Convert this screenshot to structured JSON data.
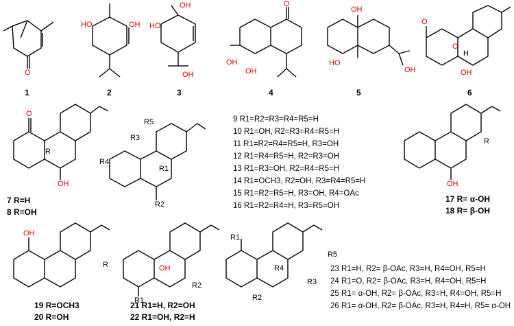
{
  "compounds": {
    "c1": "1",
    "c2": "2",
    "c3": "3",
    "c4": "4",
    "c5": "5",
    "c6": "6",
    "c7": "7 R=H",
    "c8": "8 R=OH",
    "c9": "9  R1=R2=R3=R4=R5=H",
    "c10": "10  R1=OH, R2=R3=R4=R5=H",
    "c11": "11  R1=R2=R4=R5=H, R3=OH",
    "c12": "12  R1=R4=R5=H, R2=R3=OH",
    "c13": "13  R1=R3=OH, R2=R4=R5=H",
    "c14": "14  R1=OCH3, R2=OH, R3=R4=R5=H",
    "c15": "15  R1=R2=R5=H, R3=OH, R4=OAc",
    "c16": "16  R1=R2=R4=H, R3=R5=OH",
    "c17": "17 R= α-OH",
    "c18": "18 R= β-OH",
    "c19": "19 R=OCH3",
    "c20": "20 R=OH",
    "c21": "21 R1=H, R2=OH",
    "c22": "22 R1=OH, R2=H",
    "c23": "23 R1=H, R2= β-OAc, R3=H, R4=OH, R5=H",
    "c24": "24 R1=O, R2= β-OAc, R3=H, R4=OH, R5=H",
    "c25": "25 R1= α-OH, R2= β-OAc, R3=H, R4=OH, R5=H",
    "c26": "26 R1= α-OH, R2= β-OAc, R3=H, R4=H, R5= α-OH"
  },
  "atoms": {
    "o": "O",
    "oh": "OH",
    "ho": "HO",
    "h": "H",
    "r": "R",
    "r1": "R1",
    "r2": "R2",
    "r3": "R3",
    "r4": "R4",
    "r5": "R5"
  },
  "colors": {
    "heteroatom": "#e00000",
    "bond": "#000000"
  }
}
